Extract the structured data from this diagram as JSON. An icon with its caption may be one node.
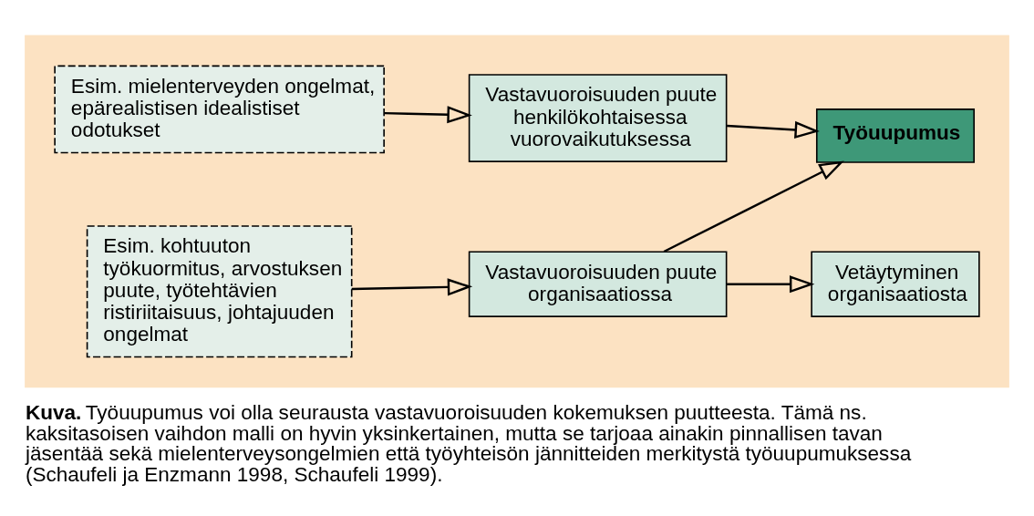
{
  "diagram": {
    "caption": "**Kuva.** Työuupumus voi olla seurausta vastavuoroisuuden kokemuksen puutteesta. Tämä ns. kaksitasoisen vaihdon malli on hyvin yksinkertainen, mutta se tarjoaa ainakin pinnallisen tavan jäsentää sekä mielenterveysongelmien että työyhteisön jännitteiden merkitystä työuupumuksessa (Schaufeli ja Enzmann 1998, Schaufeli 1999).",
    "nodes": [
      {
        "text": [],
        "shape": "box"
      },
      {
        "text": [
          "Esim. mielenterveyden ongelmat, epärealistisen idealistiset odotukset"
        ],
        "in": 0
      },
      {
        "text": [
          "Vastavuoroisuuden puute henkilökohtaisessa vuorovaikutuksessa"
        ],
        "in": 0
      },
      {
        "text": [
          "Työuupumus"
        ],
        "in": 0
      },
      {
        "text": [
          "Esim. kohtuuton työkuormitus, arvostuksen puute, työtehtävien ristiriitaisuus, johtajuuden ongelmat"
        ],
        "in": 0
      },
      {
        "text": [
          "Vastavuoroisuuden puute organisaatiossa"
        ],
        "in": 0
      },
      {
        "text": [
          "Vetäytyminen organisaatiosta"
        ],
        "in": 0
      }
    ],
    "edges": [
      {
        "from": 1,
        "to": 2,
        "arrow": "to"
      },
      {
        "from": 2,
        "to": 3,
        "arrow": "to"
      },
      {
        "from": 4,
        "to": 5,
        "arrow": "to"
      },
      {
        "from": 5,
        "to": 3,
        "arrow": "to"
      },
      {
        "from": 5,
        "to": 6,
        "arrow": "to"
      }
    ]
  }
}
